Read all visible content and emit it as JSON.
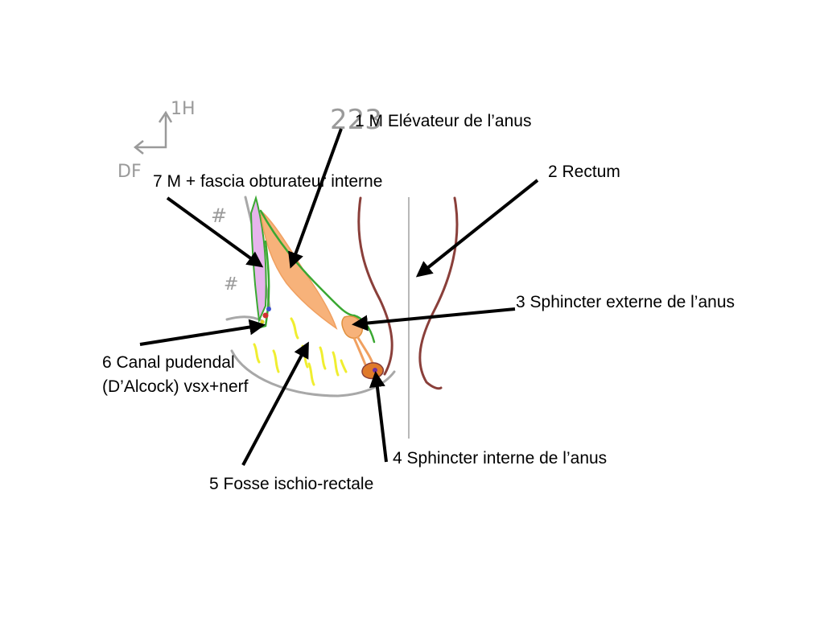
{
  "labels": {
    "l1": "1 M Elévateur de l’anus",
    "l2": "2 Rectum",
    "l3": "3 Sphincter externe de l’anus",
    "l4": "4 Sphincter interne de l’anus",
    "l5": "5 Fosse ischio-rectale",
    "l6a": "6 Canal pudendal",
    "l6b": "(D’Alcock) vsx+nerf",
    "l7": "7 M + fascia obturateur interne"
  },
  "handwriting": {
    "number": "223",
    "axis_up": "1H",
    "axis_side": "DF",
    "mark_a": "#",
    "mark_b": "#"
  },
  "colors": {
    "obturator_muscle": "#e6b4ec",
    "levator_ani": "#f7b27a",
    "fascia_outline": "#3aa832",
    "rectum_wall": "#8a3f3a",
    "fat_lobules": "#f0ee30",
    "arrows": "#000000",
    "pencil": "#9a9a9a"
  }
}
